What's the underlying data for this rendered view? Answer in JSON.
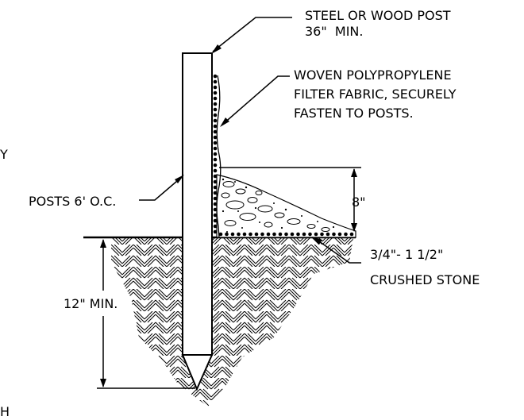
{
  "labels": {
    "post": [
      "STEEL OR WOOD POST",
      "36\"  MIN."
    ],
    "fabric": [
      "WOVEN POLYPROPYLENE",
      "FILTER FABRIC, SECURELY",
      "FASTEN TO POSTS."
    ],
    "posts_spacing": "POSTS 6' O.C.",
    "stone_height": "8\"",
    "stone": [
      "3/4\"- 1 1/2\"",
      "CRUSHED STONE"
    ],
    "depth": "12\" MIN.",
    "edge_left_top": "Y",
    "edge_left_bottom": "H"
  }
}
